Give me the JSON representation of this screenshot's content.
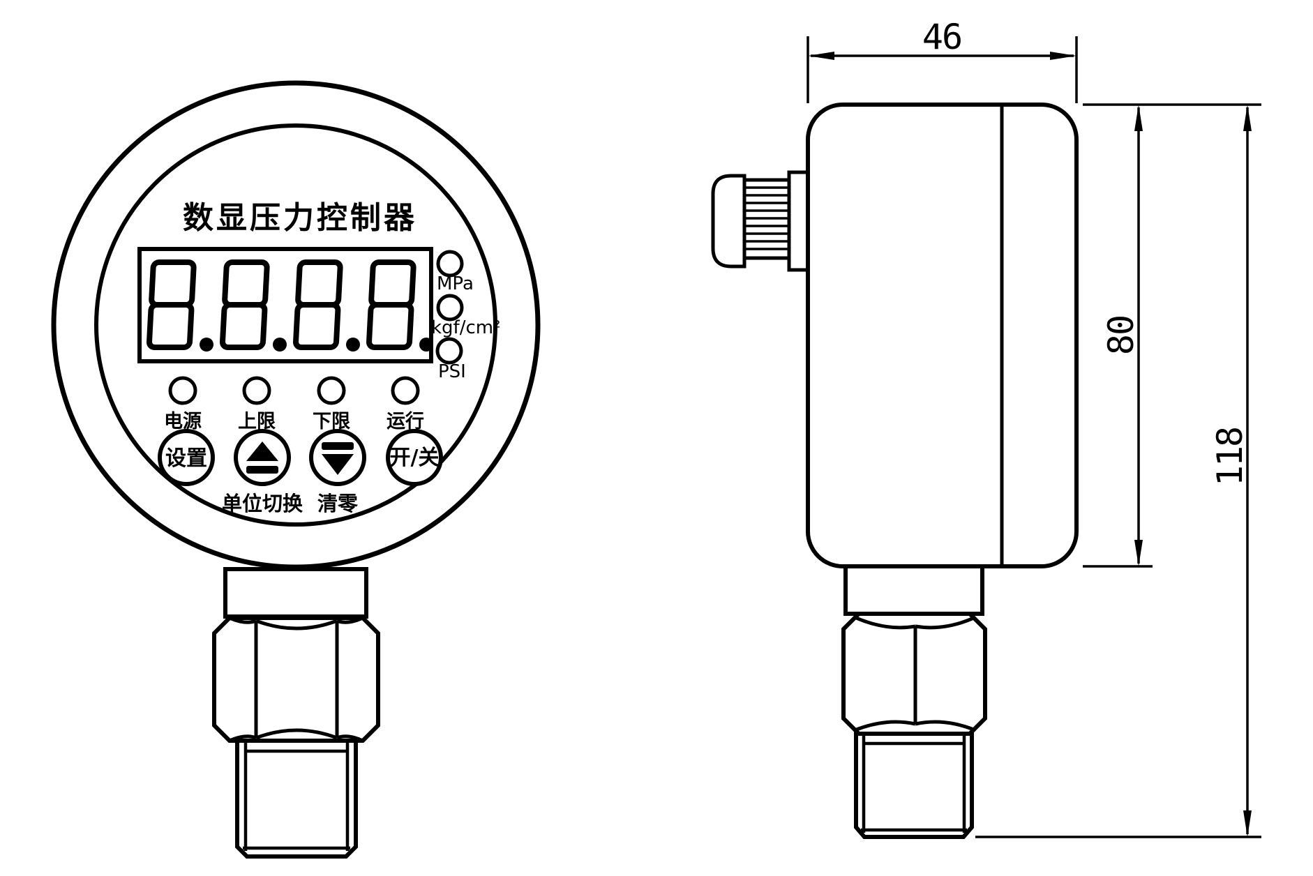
{
  "document": {
    "background_color": "#ffffff",
    "line_color": "#000000",
    "type_label": "pressure controller engineering drawing, front and side views"
  },
  "front_view": {
    "title": "数显压力控制器",
    "lcd": {
      "value": "8.8.8.8.",
      "digits": [
        "8.",
        "8.",
        "8.",
        "8."
      ]
    },
    "unit_indicators": [
      {
        "label": "MPa"
      },
      {
        "label": "kgf/cm²"
      },
      {
        "label": "PSI"
      }
    ],
    "status_leds": [
      {
        "label": "电源"
      },
      {
        "label": "上限"
      },
      {
        "label": "下限"
      },
      {
        "label": "运行"
      }
    ],
    "buttons": [
      {
        "label": "设置",
        "icon": "none",
        "sub_label": ""
      },
      {
        "label": "",
        "icon": "up-arrow",
        "sub_label": "单位切换"
      },
      {
        "label": "",
        "icon": "down-arrow",
        "sub_label": "清零"
      },
      {
        "label": "开/关",
        "icon": "none",
        "sub_label": ""
      }
    ]
  },
  "side_view": {
    "dimensions": {
      "width_mm": "46",
      "body_height_mm": "80",
      "total_height_mm": "118"
    }
  }
}
